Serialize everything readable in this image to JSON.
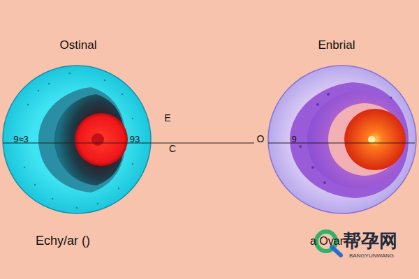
{
  "diagram": {
    "labels": [
      "Ostinal",
      "Enbrial",
      "E",
      "C",
      "O",
      "9≈3",
      "93",
      "9",
      "Echy/ar ()",
      "a Ovar",
      "帮孕网",
      "BANGYUNWANG"
    ]
  }
}
